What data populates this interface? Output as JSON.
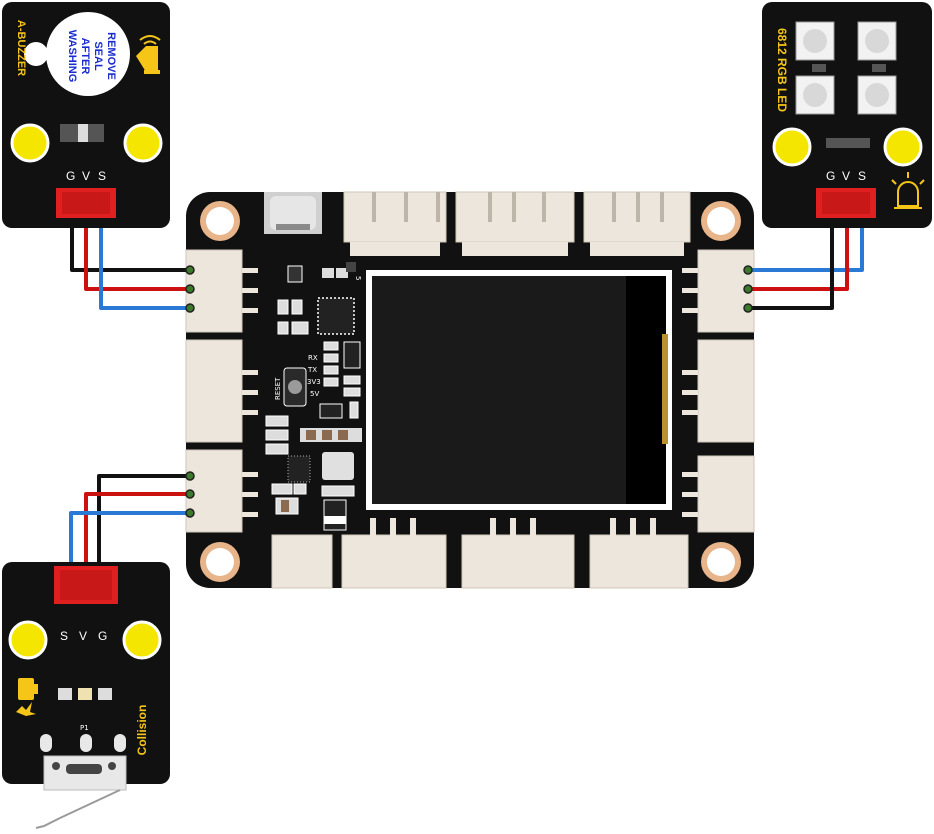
{
  "modules": {
    "buzzer": {
      "title": "A-BUZZER",
      "seal": [
        "REMOVE",
        "SEAL",
        "AFTER",
        "WASHING"
      ],
      "pins": [
        "G",
        "V",
        "S"
      ]
    },
    "rgb_led": {
      "title": "6812 RGB LED",
      "pins": [
        "G",
        "V",
        "S"
      ]
    },
    "collision": {
      "title": "Collision",
      "pins": [
        "S",
        "V",
        "G"
      ],
      "part": "P1"
    }
  },
  "board": {
    "labels": {
      "reset": "RESET",
      "rx": "RX",
      "tx": "TX",
      "v33": "3V3",
      "v5": "5V",
      "s5": "5"
    }
  },
  "colors": {
    "board": "#111111",
    "accent": "#f5c518",
    "header": "#e02020",
    "wire_gnd": "#111111",
    "wire_vcc": "#cc1111",
    "wire_sig": "#2a7ad5",
    "connector": "#ece6dc",
    "screen": "#1a1a1a"
  },
  "icons": [
    "speaker-icon",
    "led-lamp-icon",
    "collision-icon",
    "switch-lever-icon"
  ]
}
